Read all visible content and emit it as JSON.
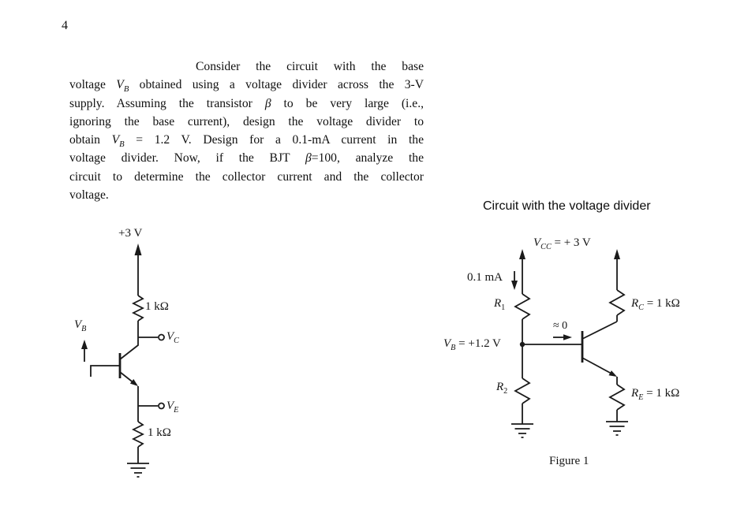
{
  "page": {
    "number": "4"
  },
  "problem": {
    "lines": [
      "Consider the circuit with the base",
      "voltage <i>V<sub>B</sub></i> obtained using a voltage divider across the 3-V",
      "supply. Assuming the transistor <i>β</i> to be very large (i.e.,",
      "ignoring the base current), design the voltage divider to",
      "obtain <i>V<sub>B</sub></i> = 1.2 V. Design for a 0.1-mA current in the",
      "voltage divider. Now, if the BJT <i>β</i>=100, analyze the",
      "circuit to determine the collector current and the collector",
      "voltage."
    ]
  },
  "left_circuit": {
    "supply_label": "+3 V",
    "collector_resistor_label": "1 kΩ",
    "vc_label": "<i>V<sub>C</sub></i>",
    "vb_label": "<i>V<sub>B</sub></i>",
    "ve_label": "<i>V<sub>E</sub></i>",
    "emitter_resistor_label": "1 kΩ"
  },
  "right_circuit": {
    "title": "Circuit with the voltage divider",
    "vcc_label": "<i>V<sub>CC</sub></i> = + 3 V",
    "divider_current_label": "0.1 mA",
    "r1_label": "<i>R</i><sub>1</sub>",
    "rc_label": "<i>R<sub>C</sub></i> = 1 kΩ",
    "base_current_label": "≈ 0",
    "vb_label": "<i>V<sub>B</sub></i> = +1.2 V",
    "r2_label": "<i>R</i><sub>2</sub>",
    "re_label": "<i>R<sub>E</sub></i> = 1 kΩ",
    "caption": "Figure 1"
  }
}
